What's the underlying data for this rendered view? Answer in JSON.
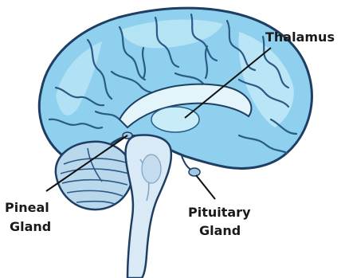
{
  "labels": {
    "thalamus": "Thalamus",
    "pineal_line1": "Pineal",
    "pineal_line2": "Gland",
    "pituitary_line1": "Pituitary",
    "pituitary_line2": "Gland"
  },
  "colors": {
    "cortex_fill": "#8fd0ee",
    "cortex_light": "#c8ecf8",
    "sulci": "#2a5a86",
    "outline": "#1e3f63",
    "brainstem": "#d9eaf6",
    "cerebellum": "#b9d8ec",
    "leader_line": "#111111",
    "label_text": "#1a1a1a"
  }
}
